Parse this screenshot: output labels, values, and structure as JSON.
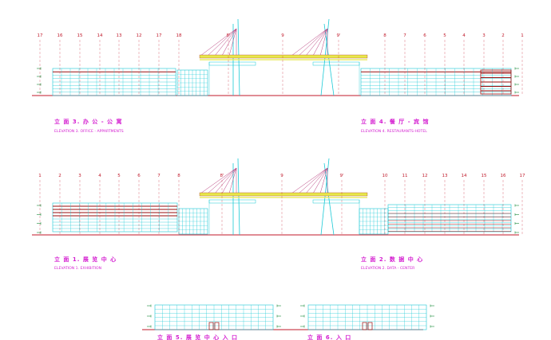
{
  "drawing": {
    "colors": {
      "ground": "#c0192a",
      "gridline": "#c0192a",
      "structure": "#19c9d6",
      "band": "#9a0e0e",
      "deck": "#e8e84a",
      "tie": "#b63a7a",
      "title": "#d41fd0",
      "level_marker": "#1a8a3a"
    },
    "elevations": [
      {
        "id": "elev-3",
        "title_cn": "立 面 3.  办 公 - 公 寓",
        "title_en": "ELEVATION 3. OFFICE - APPARTMENTS",
        "left_grid": [
          "17",
          "16",
          "15",
          "14",
          "13",
          "12",
          "17",
          "18"
        ],
        "mid_grid": [
          "8'",
          "9",
          "9'"
        ],
        "right_grid": [
          "8",
          "7",
          "6",
          "5",
          "4",
          "3",
          "2",
          "1"
        ]
      },
      {
        "id": "elev-4",
        "title_cn": "立 面 4.  餐 厅 - 宾 馆",
        "title_en": "ELEVATION 4. RESTAURANTS-HOTEL"
      },
      {
        "id": "elev-1",
        "title_cn": "立 面 1.  展 览 中 心",
        "title_en": "ELEVATION 1. EXHIBITION",
        "left_grid": [
          "1",
          "2",
          "3",
          "4",
          "5",
          "6",
          "7",
          "8"
        ],
        "mid_grid": [
          "8'",
          "9",
          "9'"
        ],
        "right_grid": [
          "10",
          "11",
          "12",
          "13",
          "14",
          "15",
          "16",
          "17"
        ]
      },
      {
        "id": "elev-2",
        "title_cn": "立 面 2.  数 据 中 心",
        "title_en": "ELEVATION 2. DATA - CENTER"
      },
      {
        "id": "elev-5",
        "title_cn": "立 面 5.  展 览 中 心 入 口",
        "title_en": ""
      },
      {
        "id": "elev-6",
        "title_cn": "立 面 6.  入 口",
        "title_en": ""
      }
    ]
  }
}
